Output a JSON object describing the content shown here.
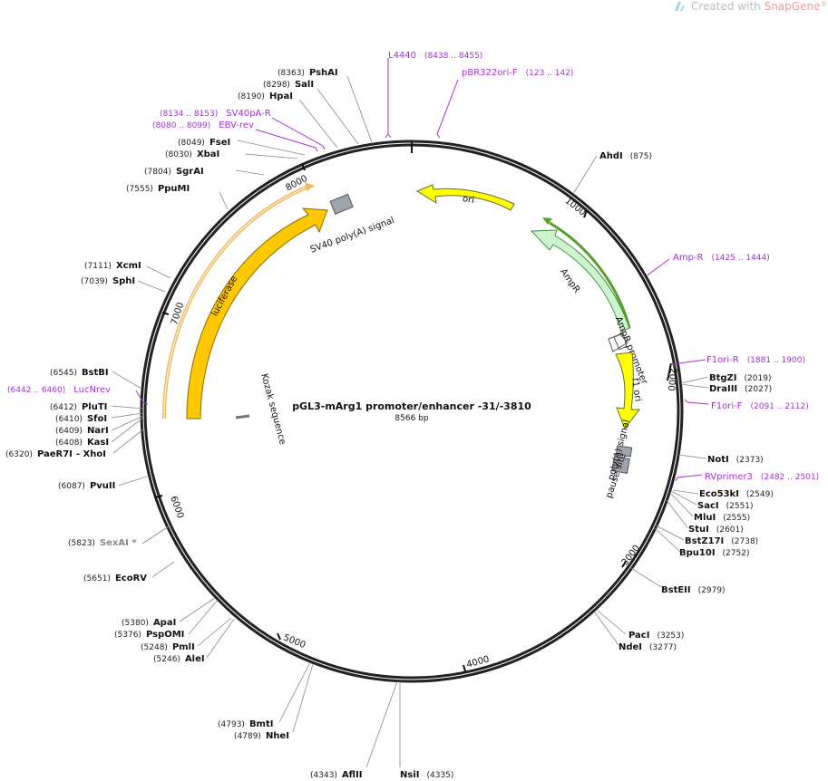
{
  "watermark": {
    "prefix": "Created with ",
    "brand": "SnapGene",
    "suffix": "®"
  },
  "plasmid": {
    "name": "pGL3-mArg1 promoter/enhancer -31/-3810",
    "size_label": "8566 bp"
  },
  "ticks": [
    "1000",
    "2000",
    "3000",
    "4000",
    "5000",
    "6000",
    "7000",
    "8000"
  ],
  "features": {
    "ori": "ori",
    "ampr": "AmpR",
    "ampr_promoter": "AmpR promoter",
    "f1_ori": "f1 ori",
    "polya_signal": "poly(A) signal",
    "pause_site": "pause site",
    "sv40_polya": "SV40 poly(A) signal",
    "luciferase": "luciferase",
    "kozak": "Kozak sequence"
  },
  "colors": {
    "ori": "#ffff00",
    "ampr": "#ccf5cc",
    "ampr_promoter": "#ffffff",
    "f1_ori": "#ffff00",
    "terminator": "#9fa4ad",
    "luciferase": "#ffc800",
    "backbone": "#222222",
    "primer": "#a62fd6",
    "orf": "#55a028",
    "orf_luc": "#f0b860"
  },
  "enzymes": [
    {
      "pos": "(8363)",
      "name": "PshAI"
    },
    {
      "pos": "(8298)",
      "name": "SalI"
    },
    {
      "pos": "(8190)",
      "name": "HpaI"
    },
    {
      "pos": "(8049)",
      "name": "FseI"
    },
    {
      "pos": "(8030)",
      "name": "XbaI"
    },
    {
      "pos": "(7804)",
      "name": "SgrAI"
    },
    {
      "pos": "(7555)",
      "name": "PpuMI"
    },
    {
      "pos": "(7111)",
      "name": "XcmI"
    },
    {
      "pos": "(7039)",
      "name": "SphI"
    },
    {
      "pos": "(6545)",
      "name": "BstBI"
    },
    {
      "pos": "(6412)",
      "name": "PluTI"
    },
    {
      "pos": "(6410)",
      "name": "SfoI"
    },
    {
      "pos": "(6409)",
      "name": "NarI"
    },
    {
      "pos": "(6408)",
      "name": "KasI"
    },
    {
      "pos": "(6320)",
      "name": "PaeR7I",
      "extra": "- XhoI"
    },
    {
      "pos": "(6087)",
      "name": "PvuII"
    },
    {
      "pos": "(5823)",
      "name": "SexAI *"
    },
    {
      "pos": "(5651)",
      "name": "EcoRV"
    },
    {
      "pos": "(5380)",
      "name": "ApaI"
    },
    {
      "pos": "(5376)",
      "name": "PspOMI"
    },
    {
      "pos": "(5248)",
      "name": "PmlI"
    },
    {
      "pos": "(5246)",
      "name": "AleI"
    },
    {
      "pos": "(4793)",
      "name": "BmtI"
    },
    {
      "pos": "(4789)",
      "name": "NheI"
    },
    {
      "pos": "(4343)",
      "name": "AflII"
    },
    {
      "pos": "(4335)",
      "name": "NsiI"
    },
    {
      "pos": "(875)",
      "name": "AhdI"
    },
    {
      "pos": "(2019)",
      "name": "BtgZI"
    },
    {
      "pos": "(2027)",
      "name": "DraIII"
    },
    {
      "pos": "(2373)",
      "name": "NotI"
    },
    {
      "pos": "(2549)",
      "name": "Eco53kI"
    },
    {
      "pos": "(2551)",
      "name": "SacI"
    },
    {
      "pos": "(2555)",
      "name": "MluI"
    },
    {
      "pos": "(2601)",
      "name": "StuI"
    },
    {
      "pos": "(2738)",
      "name": "BstZ17I"
    },
    {
      "pos": "(2752)",
      "name": "Bpu10I"
    },
    {
      "pos": "(2979)",
      "name": "BstEII"
    },
    {
      "pos": "(3253)",
      "name": "PacI"
    },
    {
      "pos": "(3277)",
      "name": "NdeI"
    }
  ],
  "primers": [
    {
      "name": "L4440",
      "range": "(8438 .. 8455)"
    },
    {
      "name": "pBR322ori-F",
      "range": "(123 .. 142)"
    },
    {
      "name": "SV40pA-R",
      "range": "(8134 .. 8153)"
    },
    {
      "name": "EBV-rev",
      "range": "(8080 .. 8099)"
    },
    {
      "name": "LucNrev",
      "range": "(6442 .. 6460)"
    },
    {
      "name": "Amp-R",
      "range": "(1425 .. 1444)"
    },
    {
      "name": "F1ori-R",
      "range": "(1881 .. 1900)"
    },
    {
      "name": "F1ori-F",
      "range": "(2091 .. 2112)"
    },
    {
      "name": "RVprimer3",
      "range": "(2482 .. 2501)"
    }
  ]
}
